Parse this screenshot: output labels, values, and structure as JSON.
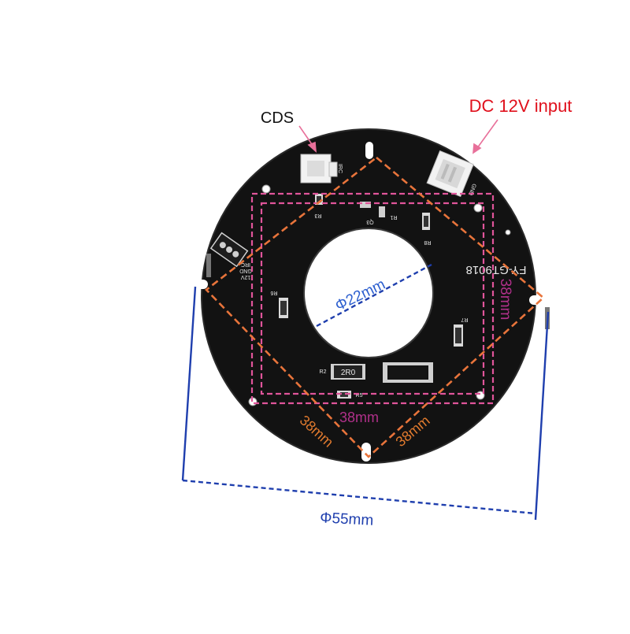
{
  "callouts": {
    "cds": "CDS",
    "dc_input": "DC 12V input"
  },
  "dimensions": {
    "inner_diameter": "Φ22mm",
    "outer_diameter": "Φ55mm",
    "square_right": "38mm",
    "square_bottom": "38mm",
    "diamond_left": "38mm",
    "diamond_right": "38mm"
  },
  "silkscreen": {
    "model": "FY-GT9018",
    "resistor_value": "2R0",
    "connector_pins": [
      "12V",
      "GND",
      "IRC"
    ],
    "cds_connector": "IRC",
    "dc_connector": "GND",
    "refs": [
      "R3",
      "Q3",
      "R1",
      "R8",
      "R6",
      "R7",
      "R2",
      "R5"
    ]
  },
  "colors": {
    "board": "#111111",
    "orange_dash": "#e8743b",
    "pink_dash": "#e0559a",
    "blue_dash": "#1f3fae",
    "callout_red": "#e0101c",
    "callout_arrow": "#e8709a",
    "inner_label": "#2d5fcf",
    "pink_label": "#b0308a",
    "orange_label": "#e07a2e"
  }
}
